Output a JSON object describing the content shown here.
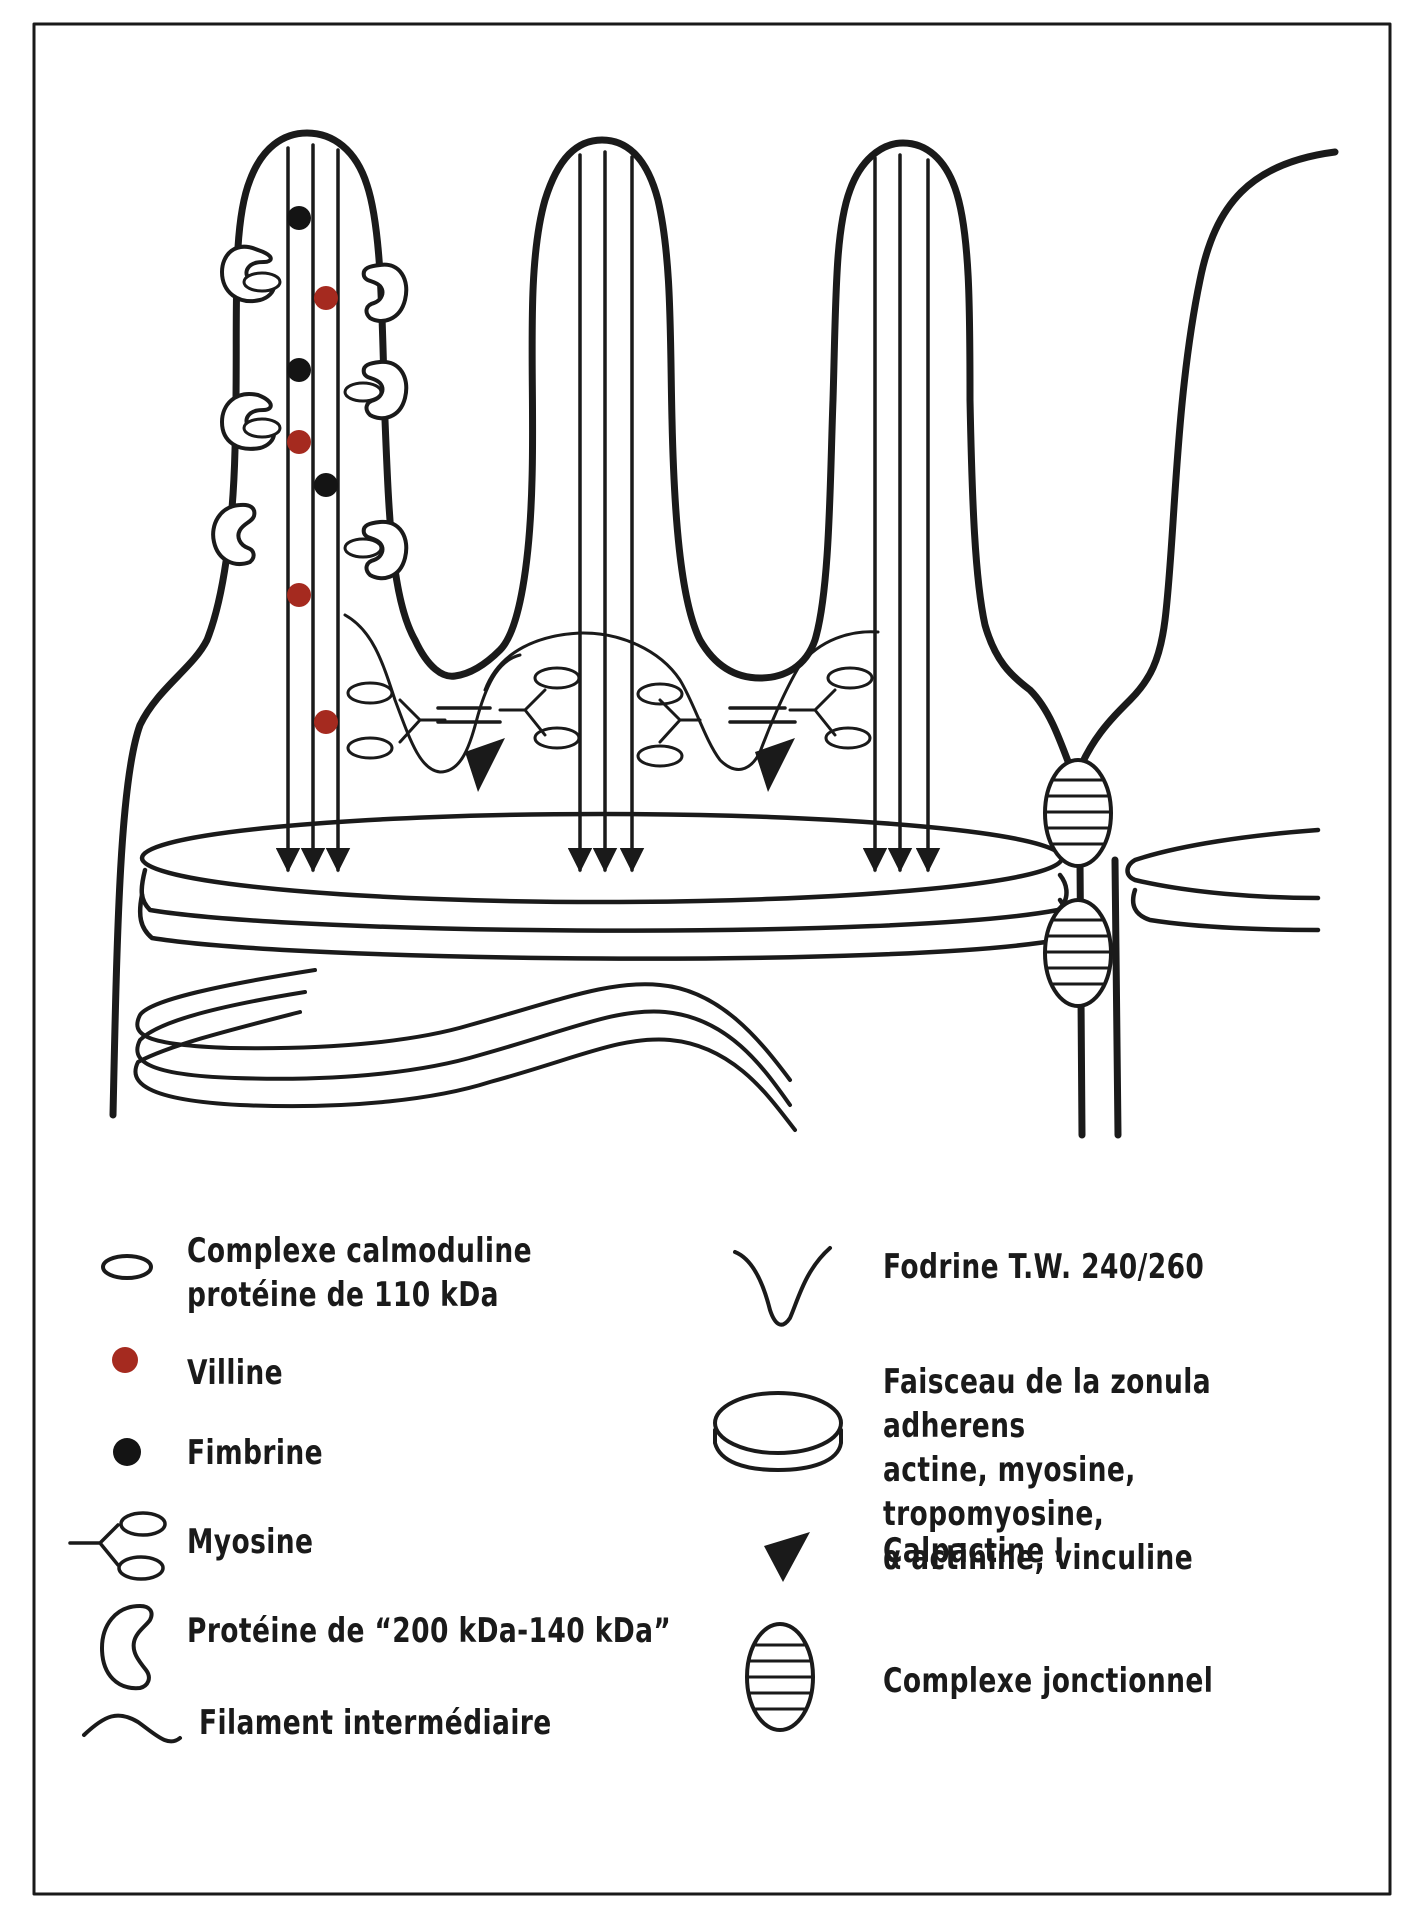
{
  "colors": {
    "ink": "#1a1a1a",
    "villine": "#a52a1f",
    "fimbrine": "#141414",
    "paper": "#ffffff"
  },
  "legend": {
    "calmoduline": "Complexe calmoduline\nprotéine de 110 kDa",
    "villine": "Villine",
    "fimbrine": "Fimbrine",
    "myosine": "Myosine",
    "proteine200": "Protéine de “200 kDa-140 kDa”",
    "filament": "Filament intermédiaire",
    "fodrine": "Fodrine T.W. 240/260",
    "faisceau": "Faisceau de la zonula adherens\nactine, myosine, tropomyosine,\nα actinine, vinculine",
    "calpactine": "Calpactine I",
    "complexe": "Complexe jonctionnel"
  }
}
